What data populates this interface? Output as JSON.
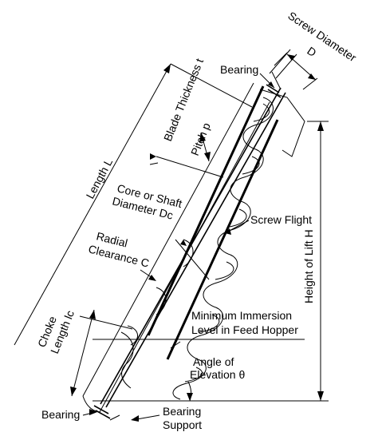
{
  "labels": {
    "screw_diameter": "Screw Diameter",
    "screw_diameter_symbol": "D",
    "bearing_top": "Bearing",
    "blade_thickness": "Blade Thickness t",
    "pitch": "Pitch p",
    "length": "Length L",
    "core_shaft_line1": "Core or Shaft",
    "core_shaft_line2": "Diameter Dc",
    "screw_flight": "Screw Flight",
    "radial_line1": "Radial",
    "radial_line2": "Clearance C",
    "height_of_lift": "Height of Lift H",
    "min_immersion_line1": "Minimum Immersion",
    "min_immersion_line2": "Level in Feed Hopper",
    "choke_line1": "Choke",
    "choke_line2": "Length lc",
    "angle_line1": "Angle of",
    "angle_line2": "Elevation θ",
    "bearing_bottom": "Bearing",
    "bearing_support_line1": "Bearing",
    "bearing_support_line2": "Support"
  }
}
